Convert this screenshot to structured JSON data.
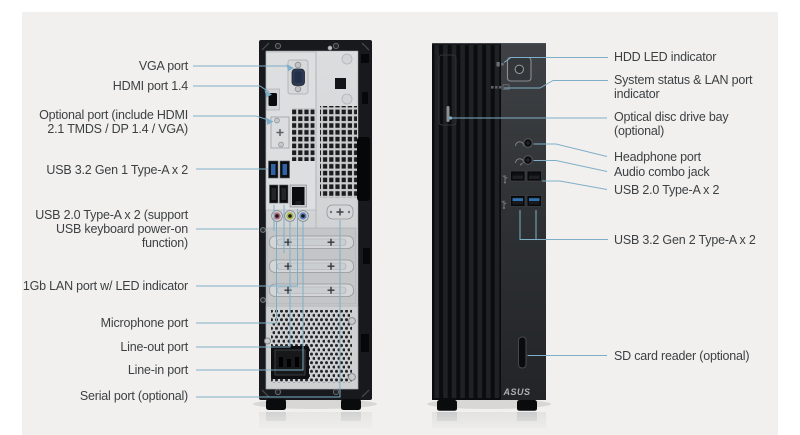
{
  "diagram_title": "Desktop tower rear and front port callout diagram",
  "colors": {
    "panel_background": "#f1f0ee",
    "leader_line": "#7fafc8",
    "chassis_black": "#17191c",
    "panel_silver": "#d2d4d6",
    "front_panel_dark": "#2e3135",
    "usb3_blue": "#2f64a6",
    "audio_mic_pink": "#b4687a",
    "audio_lineout_green": "#a9b447",
    "audio_linein_blue": "#5c82ba",
    "label_text": "#3d4043"
  },
  "back_labels": [
    {
      "id": "vga",
      "lines": [
        "VGA port"
      ]
    },
    {
      "id": "hdmi",
      "lines": [
        "HDMI port 1.4"
      ]
    },
    {
      "id": "optional",
      "lines": [
        "Optional port (include HDMI",
        "2.1 TMDS / DP 1.4 / VGA)"
      ]
    },
    {
      "id": "usb32",
      "lines": [
        "USB 3.2 Gen 1 Type-A x 2"
      ]
    },
    {
      "id": "usb20",
      "lines": [
        "USB 2.0 Type-A x 2 (support",
        "USB keyboard power-on",
        "function)"
      ]
    },
    {
      "id": "lan",
      "lines": [
        "1Gb LAN port w/ LED indicator"
      ]
    },
    {
      "id": "mic",
      "lines": [
        "Microphone port"
      ]
    },
    {
      "id": "lineout",
      "lines": [
        "Line-out port"
      ]
    },
    {
      "id": "linein",
      "lines": [
        "Line-in port"
      ]
    },
    {
      "id": "serial",
      "lines": [
        "Serial port (optional)"
      ]
    }
  ],
  "front_labels": [
    {
      "id": "hdd",
      "lines": [
        "HDD LED indicator"
      ]
    },
    {
      "id": "sys",
      "lines": [
        "System status & LAN port",
        "indicator"
      ]
    },
    {
      "id": "odd",
      "lines": [
        "Optical disc drive bay",
        "(optional)"
      ]
    },
    {
      "id": "hp",
      "lines": [
        "Headphone port"
      ]
    },
    {
      "id": "combo",
      "lines": [
        "Audio combo jack"
      ]
    },
    {
      "id": "usb20f",
      "lines": [
        "USB 2.0 Type-A x 2"
      ]
    },
    {
      "id": "usb32f",
      "lines": [
        "USB 3.2 Gen 2 Type-A x 2"
      ]
    },
    {
      "id": "sd",
      "lines": [
        "SD card reader (optional)"
      ]
    }
  ],
  "front_view": {
    "logo": "ASUS"
  }
}
